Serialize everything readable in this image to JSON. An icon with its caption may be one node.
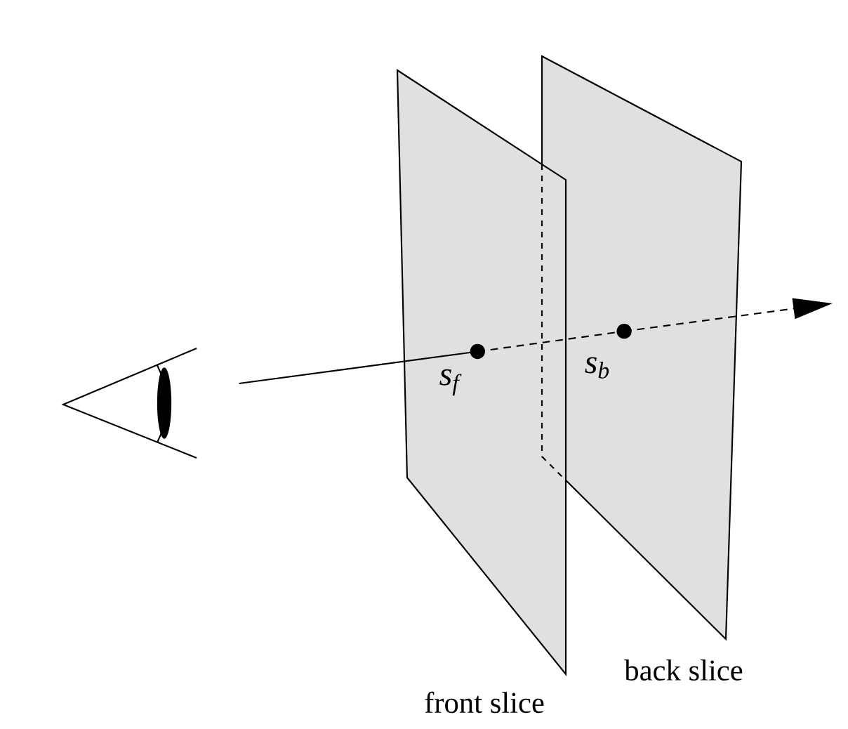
{
  "diagram": {
    "nodes": [
      {
        "text": [],
        "shape": "eye"
      },
      {
        "text": [
          "front slice"
        ]
      },
      {
        "text": [],
        "shape": "circle",
        "beside": [
          "s$_{f}$"
        ],
        "in": 1
      },
      {
        "text": [
          "back slice"
        ]
      },
      {
        "text": [],
        "shape": "circle",
        "beside": [
          "s$_{b}$"
        ],
        "in": 3
      }
    ],
    "edges": [
      {
        "from": 0,
        "to": 2,
        "arrow": "none"
      },
      {
        "from": 2,
        "to": 4,
        "arrow": "none",
        "style": "dashed"
      },
      {
        "from": 4,
        "to": null,
        "arrow": "to",
        "style": "dashed"
      }
    ]
  }
}
